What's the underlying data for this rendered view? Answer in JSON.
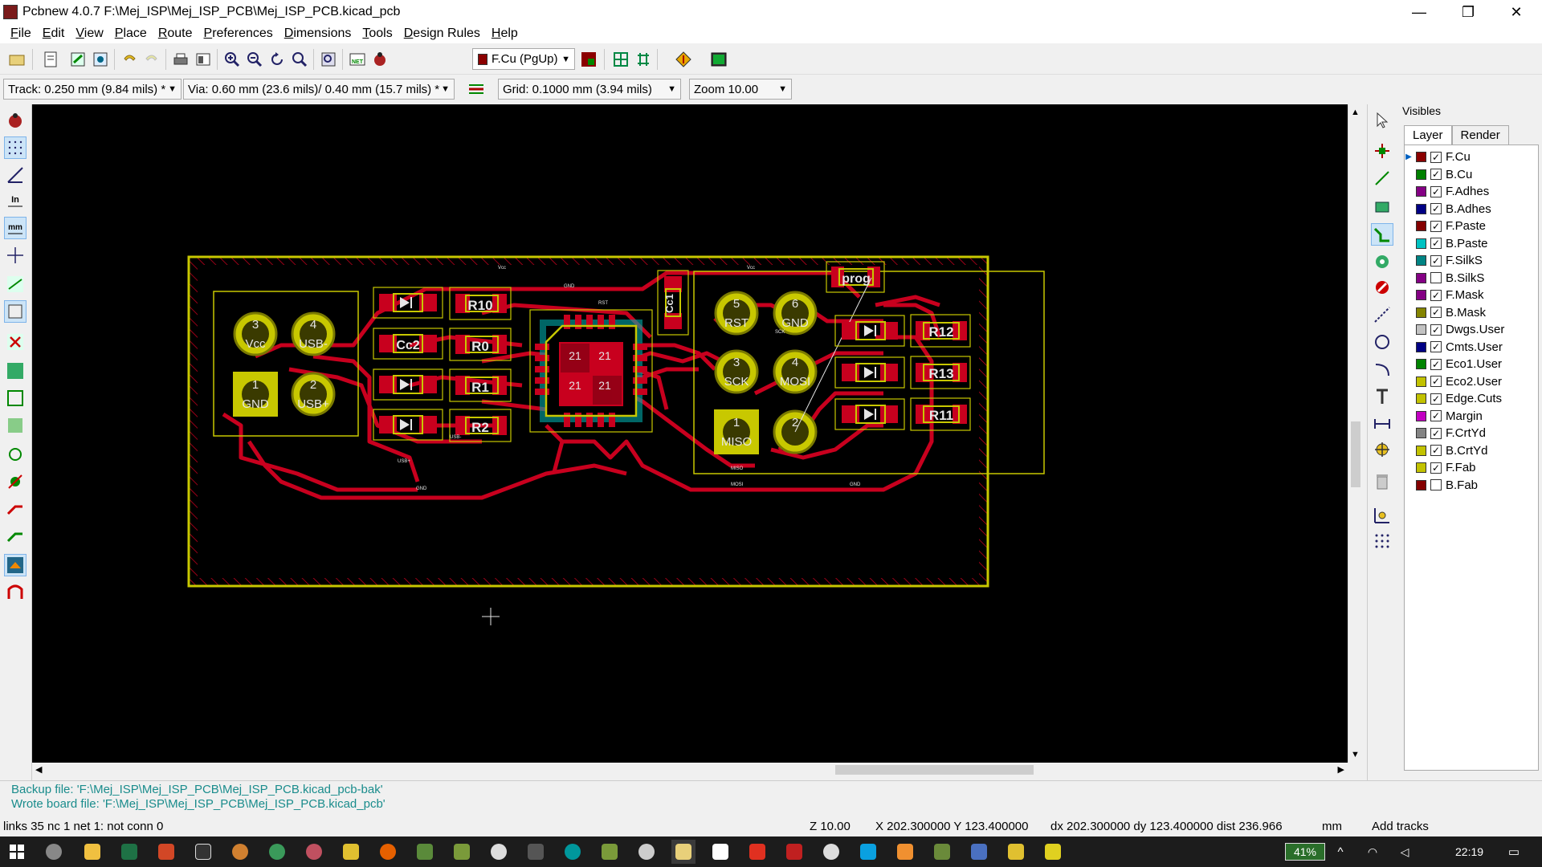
{
  "window": {
    "title": "Pcbnew 4.0.7 F:\\Mej_ISP\\Mej_ISP_PCB\\Mej_ISP_PCB.kicad_pcb",
    "minimize": "—",
    "maximize": "❐",
    "close": "✕"
  },
  "menu": {
    "items": [
      {
        "label": "File",
        "u": "F",
        "rest": "ile"
      },
      {
        "label": "Edit",
        "u": "E",
        "rest": "dit"
      },
      {
        "label": "View",
        "u": "V",
        "rest": "iew"
      },
      {
        "label": "Place",
        "u": "P",
        "rest": "lace"
      },
      {
        "label": "Route",
        "u": "R",
        "rest": "oute"
      },
      {
        "label": "Preferences",
        "u": "P",
        "rest": "references"
      },
      {
        "label": "Dimensions",
        "u": "D",
        "rest": "imensions"
      },
      {
        "label": "Tools",
        "u": "T",
        "rest": "ools"
      },
      {
        "label": "Design Rules",
        "u": "D",
        "rest": "esign Rules"
      },
      {
        "label": "Help",
        "u": "H",
        "rest": "elp"
      }
    ]
  },
  "toolbar": {
    "active_layer": "F.Cu (PgUp)",
    "active_layer_color": "#8b0000",
    "net_label": "NET"
  },
  "options": {
    "track": "Track: 0.250 mm (9.84 mils) *",
    "via": "Via: 0.60 mm (23.6 mils)/ 0.40 mm (15.7 mils) *",
    "grid": "Grid: 0.1000 mm (3.94 mils)",
    "zoom": "Zoom 10.00"
  },
  "left_toolbar": {
    "units_in": "In",
    "units_mm": "mm"
  },
  "visibles": {
    "header": "Visibles",
    "tabs": [
      "Layer",
      "Render"
    ],
    "layers": [
      {
        "name": "F.Cu",
        "color": "#8b0000",
        "checked": true,
        "current": true
      },
      {
        "name": "B.Cu",
        "color": "#008000",
        "checked": true
      },
      {
        "name": "F.Adhes",
        "color": "#840084",
        "checked": true
      },
      {
        "name": "B.Adhes",
        "color": "#000084",
        "checked": true
      },
      {
        "name": "F.Paste",
        "color": "#840000",
        "checked": true
      },
      {
        "name": "B.Paste",
        "color": "#00c2c2",
        "checked": true
      },
      {
        "name": "F.SilkS",
        "color": "#008484",
        "checked": true
      },
      {
        "name": "B.SilkS",
        "color": "#840084",
        "checked": false
      },
      {
        "name": "F.Mask",
        "color": "#840084",
        "checked": true
      },
      {
        "name": "B.Mask",
        "color": "#848400",
        "checked": true
      },
      {
        "name": "Dwgs.User",
        "color": "#c2c2c2",
        "checked": true
      },
      {
        "name": "Cmts.User",
        "color": "#000084",
        "checked": true
      },
      {
        "name": "Eco1.User",
        "color": "#008400",
        "checked": true
      },
      {
        "name": "Eco2.User",
        "color": "#c2c200",
        "checked": true
      },
      {
        "name": "Edge.Cuts",
        "color": "#c2c200",
        "checked": true
      },
      {
        "name": "Margin",
        "color": "#c200c2",
        "checked": true
      },
      {
        "name": "F.CrtYd",
        "color": "#848484",
        "checked": true
      },
      {
        "name": "B.CrtYd",
        "color": "#c2c200",
        "checked": true
      },
      {
        "name": "F.Fab",
        "color": "#c2c200",
        "checked": true
      },
      {
        "name": "B.Fab",
        "color": "#840000",
        "checked": false
      }
    ]
  },
  "board": {
    "colors": {
      "edge": "#c8c800",
      "track": "#c8001e",
      "pad": "#c8c800",
      "silk": "#e6e6e6",
      "bg": "#000000"
    },
    "tht_labels": {
      "j1_3": "Vcc",
      "j1_4": "USB-",
      "j1_1": "GND",
      "j1_2": "USB+",
      "j2_5": "RST",
      "j2_6": "GND",
      "j2_3": "SCK",
      "j2_4": "MOSI",
      "j2_1": "MISO"
    },
    "pin_numbers": {
      "p3": "3",
      "p4": "4",
      "p1": "1",
      "p2": "2",
      "p5": "5",
      "p6": "6",
      "q3": "3",
      "q4": "4",
      "q1": "1",
      "q2": "2"
    },
    "refs": {
      "r10": "R10",
      "r0": "R0",
      "r1": "R1",
      "r2": "R2",
      "cc2": "Cc2",
      "cc1": "Cc1",
      "prog": "prog",
      "r12": "R12",
      "r13": "R13",
      "r11": "R11",
      "ic_pad": "21"
    },
    "net_labels": {
      "vcc": "Vcc",
      "gnd": "GND",
      "mosi": "MOSI",
      "miso": "MISO",
      "sck": "SCK",
      "rst": "RST",
      "usbp": "USB+",
      "usbm": "USB-"
    }
  },
  "messages": {
    "backup": "Backup file: 'F:\\Mej_ISP\\Mej_ISP_PCB\\Mej_ISP_PCB.kicad_pcb-bak'",
    "wrote": "Wrote board file: 'F:\\Mej_ISP\\Mej_ISP_PCB\\Mej_ISP_PCB.kicad_pcb'"
  },
  "status": {
    "links": "links 35 nc 1  net 1: not conn 0",
    "zoom": "Z 10.00",
    "xy": "X 202.300000  Y 123.400000",
    "delta": "dx 202.300000  dy 123.400000  dist 236.966",
    "units": "mm",
    "mode": "Add tracks"
  },
  "taskbar": {
    "battery": "41%",
    "time": "22:19"
  }
}
